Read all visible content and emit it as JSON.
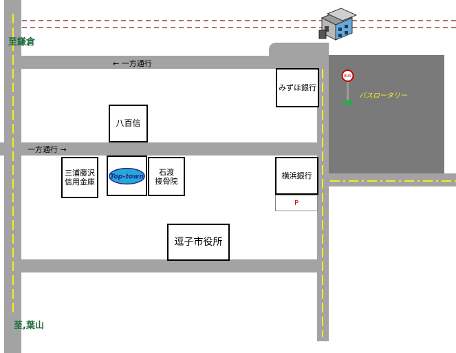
{
  "labels": {
    "to_kamakura": "至鎌倉",
    "to_hayama": "至,葉山",
    "one_way_left": "←  一方通行",
    "one_way_right": "一方通行  →",
    "bus_rotary": "バスロータリー",
    "bus_sign": "BUS"
  },
  "buildings": {
    "mizuho": "みずほ銀行",
    "yaoshin": "八百信",
    "miura": "三浦藤沢\n信用金庫",
    "toptown": "Top-town",
    "ishiwata": "石渡\n接骨院",
    "yokohama": "横浜銀行",
    "parking": "P",
    "city_hall": "逗子市役所"
  },
  "colors": {
    "road": "#a3a3a3",
    "rotary": "#7a7a7a",
    "centerline": "#f5ee1a",
    "railway": "#8b1a1a",
    "destination_text": "#1e6b3a",
    "toptown_fill": "#2aa6d6",
    "toptown_text": "#1a2a9a",
    "parking_text": "#cc0000"
  }
}
